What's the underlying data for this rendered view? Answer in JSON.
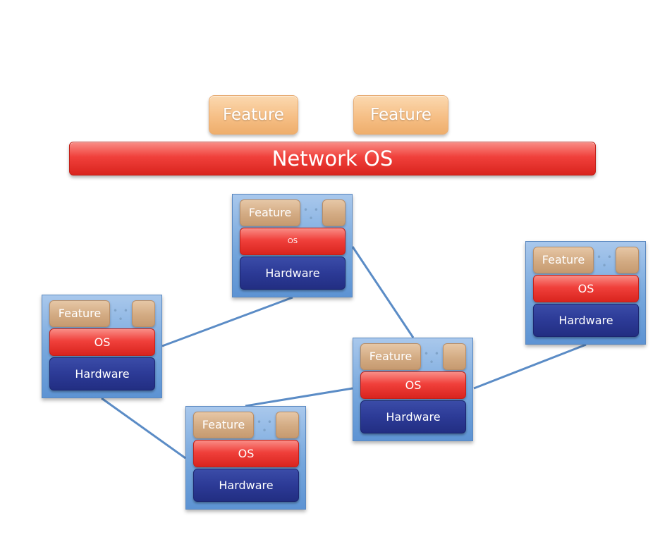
{
  "top_features": [
    {
      "label": "Feature"
    },
    {
      "label": "Feature"
    }
  ],
  "network_os": {
    "label": "Network OS"
  },
  "nodes": [
    {
      "feature": "Feature",
      "dots": "• • •",
      "os": "OS",
      "hardware": "Hardware"
    },
    {
      "feature": "Feature",
      "dots": "• • •",
      "os": "OS",
      "hardware": "Hardware"
    },
    {
      "feature": "Feature",
      "dots": "• • •",
      "os": "OS",
      "hardware": "Hardware"
    },
    {
      "feature": "Feature",
      "dots": "• • •",
      "os": "OS",
      "hardware": "Hardware"
    },
    {
      "feature": "Feature",
      "dots": "• • •",
      "os": "OS",
      "hardware": "Hardware"
    }
  ],
  "colors": {
    "feature": "#f6bf86",
    "network_os": "#f0403b",
    "hardware": "#2c3a96",
    "node_box": "#75a6dc",
    "link": "#5b8cc6"
  }
}
